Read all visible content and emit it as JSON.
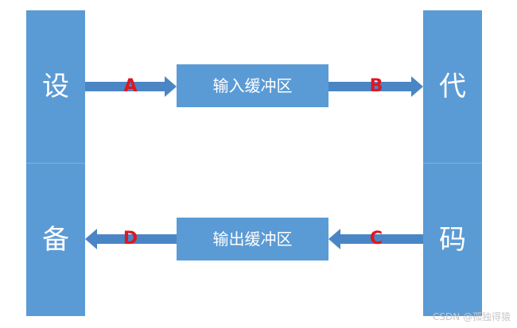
{
  "device": {
    "top": "设",
    "bottom": "备"
  },
  "code": {
    "top": "代",
    "bottom": "码"
  },
  "input_buffer": {
    "label": "输入缓冲区"
  },
  "output_buffer": {
    "label": "输出缓冲区"
  },
  "arrows": {
    "a": "A",
    "b": "B",
    "c": "C",
    "d": "D"
  },
  "colors": {
    "box": "#5b9bd5",
    "arrow_label": "#e0161e"
  },
  "watermark": "CSDN @孤独得猿"
}
